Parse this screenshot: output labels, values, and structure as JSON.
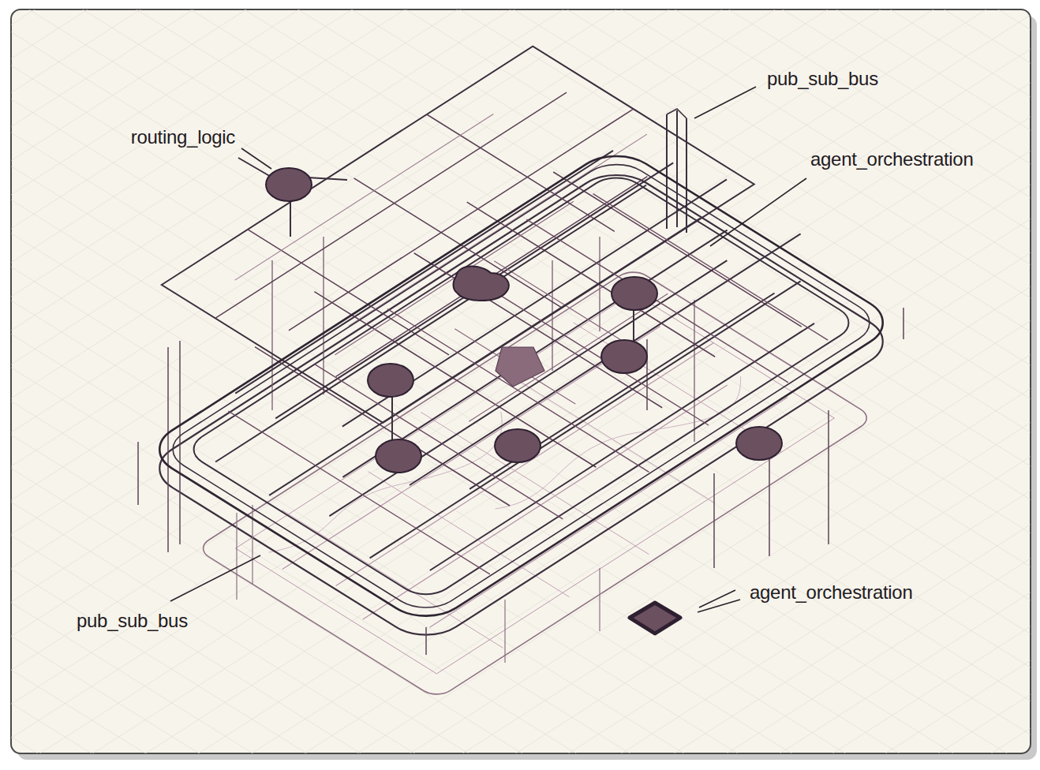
{
  "diagram": {
    "labels": [
      "pub_sub_bus",
      "routing_logic",
      "agent_orchestration",
      "agent_orchestration",
      "pub_sub_bus"
    ]
  }
}
